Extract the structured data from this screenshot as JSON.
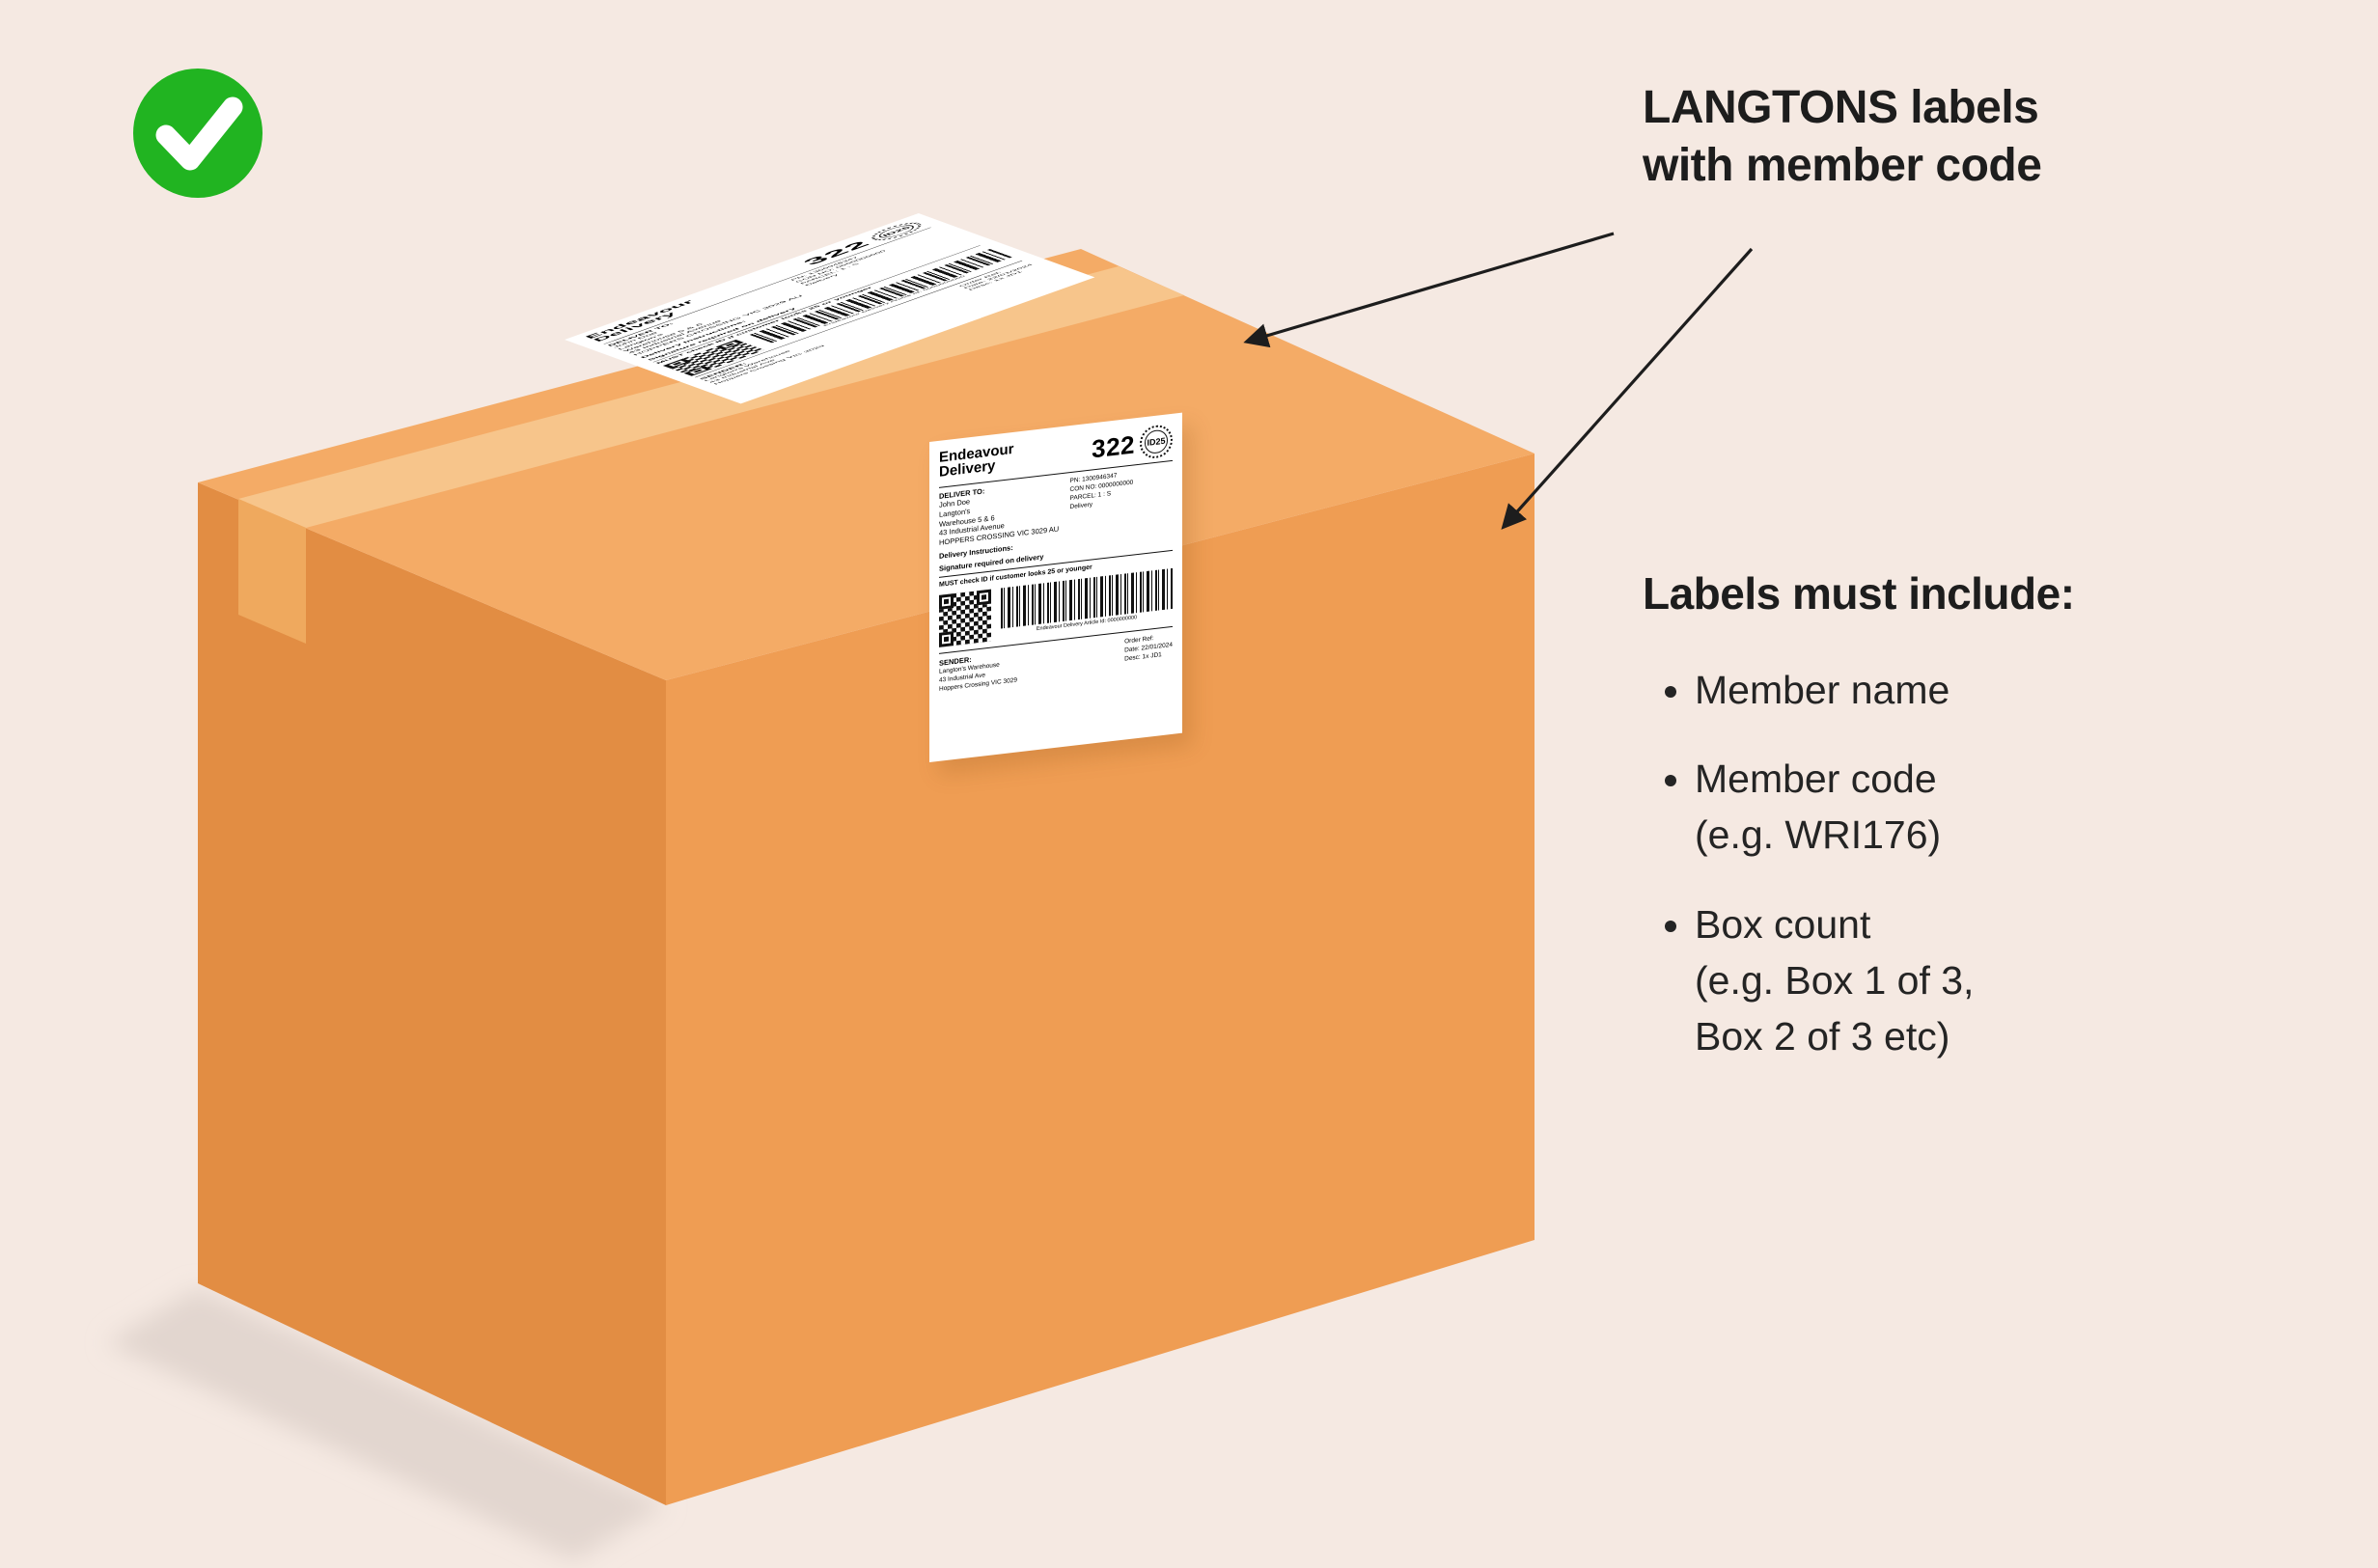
{
  "callout": {
    "title": "LANGTONS labels\nwith member code"
  },
  "requirements": {
    "heading": "Labels must include:",
    "items": [
      {
        "text": "Member name"
      },
      {
        "text": "Member code\n(e.g. WRI176)"
      },
      {
        "text": "Box count\n(e.g. Box 1 of 3,\nBox 2 of 3 etc)"
      }
    ]
  },
  "label": {
    "brand": "Endeavour\nDelivery",
    "code": "322",
    "stamp": "ID25",
    "deliver_to_heading": "DELIVER TO:",
    "deliver_to": "John Doe\nLangton's\nWarehouse 5 & 6\n43 Industrial Avenue\nHOPPERS CROSSING VIC 3029 AU",
    "meta": "PN: 1300946347\nCON NO: 0000000000\nPARCEL: 1 : S\nDelivery",
    "instructions_heading": "Delivery Instructions:",
    "instructions": "Signature required on delivery",
    "id_check": "MUST check ID if customer looks 25 or younger",
    "article_id": "Endeavour Delivery Article Id: 0000000000",
    "sender_heading": "SENDER:",
    "sender": "Langton's Warehouse\n43 Industrial Ave\nHoppers Crossing VIC 3029",
    "order": "Order Ref:\nDate: 22/01/2024\nDesc: 1x JD1"
  },
  "icons": {
    "check_badge": "check-icon",
    "stamp_badge": "id25-stamp-icon",
    "qr": "qr-code",
    "barcode": "barcode"
  },
  "colors": {
    "bg": "#f5e9e2",
    "box-top": "#f4ab66",
    "box-front": "#ef9d53",
    "box-left": "#e28d43",
    "tape": "#f7c58b",
    "tape-tab": "#efa95e",
    "shadow": "#e2d6cf",
    "check-green": "#21b421",
    "ink": "#1d1d1d"
  }
}
